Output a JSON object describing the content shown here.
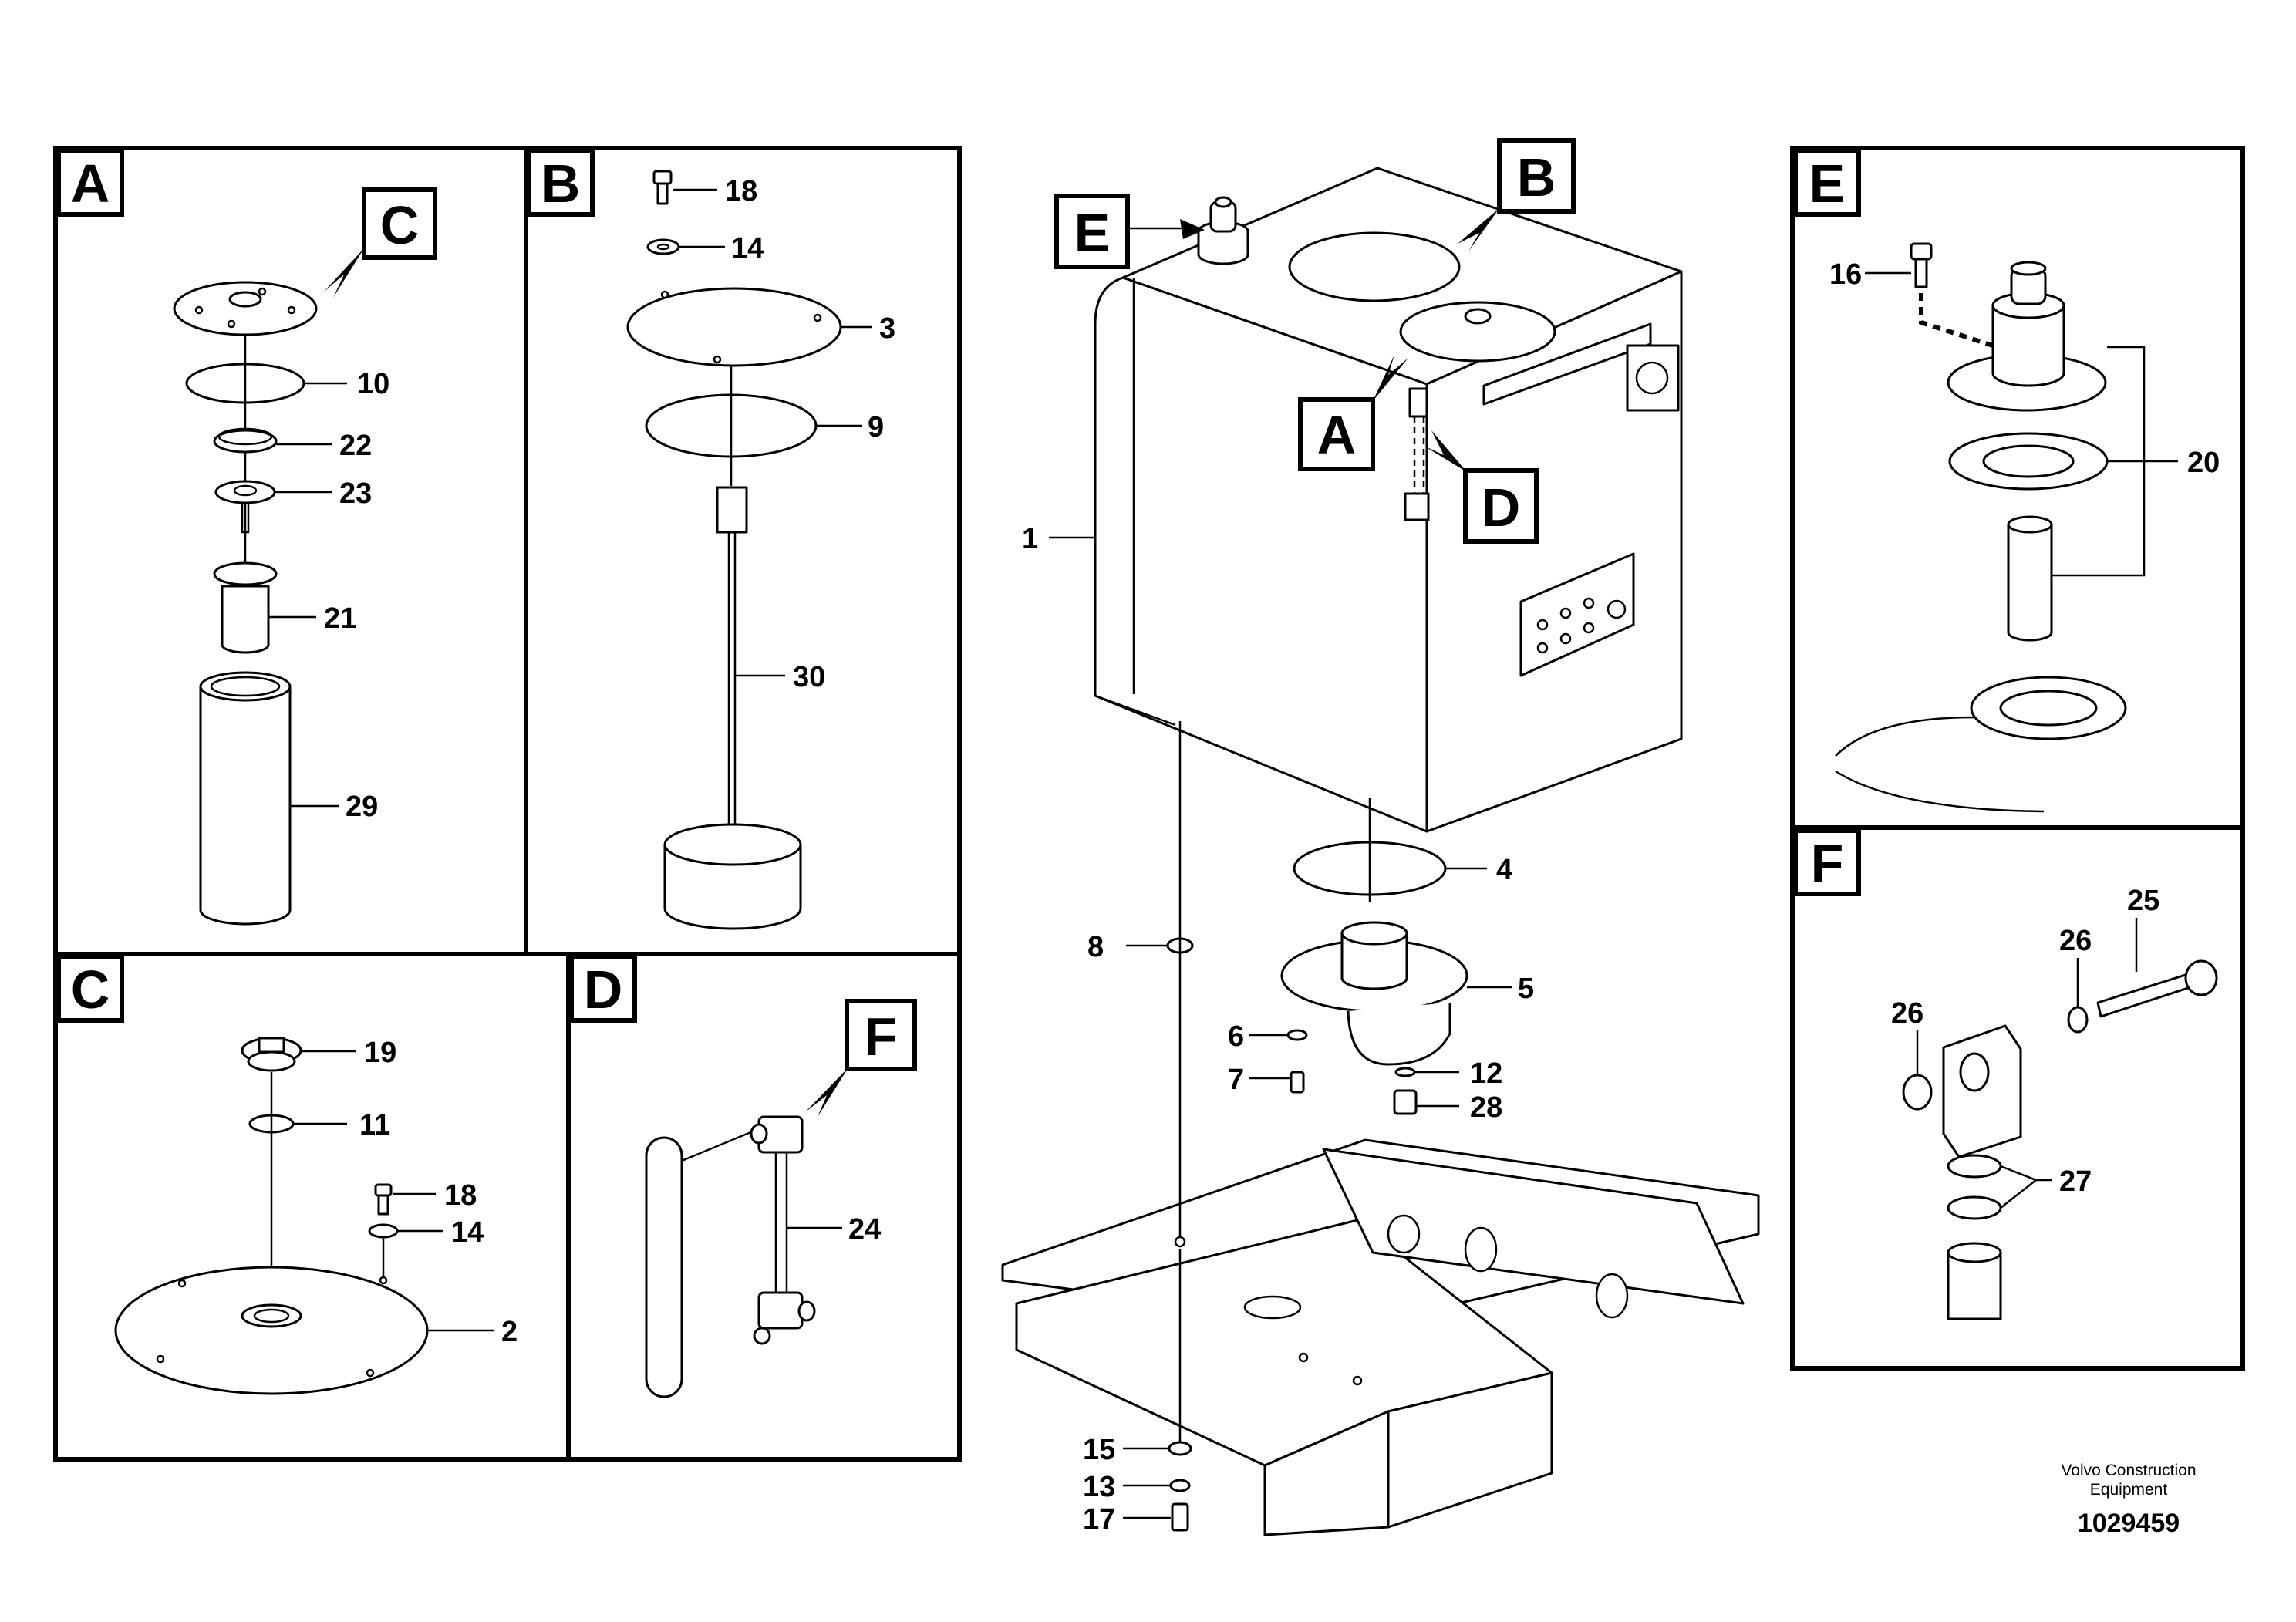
{
  "panels": {
    "A": {
      "label": "A"
    },
    "B": {
      "label": "B"
    },
    "C": {
      "label": "C"
    },
    "D": {
      "label": "D"
    },
    "E": {
      "label": "E"
    },
    "F": {
      "label": "F"
    }
  },
  "callouts": {
    "C_in_A": "C",
    "F_in_D": "F",
    "E_main": "E",
    "B_main": "B",
    "A_main": "A",
    "D_main": "D"
  },
  "part_numbers": {
    "p1": "1",
    "p2": "2",
    "p3": "3",
    "p4": "4",
    "p5": "5",
    "p6": "6",
    "p7": "7",
    "p8": "8",
    "p9": "9",
    "p10": "10",
    "p11": "11",
    "p12": "12",
    "p13": "13",
    "p14_b": "14",
    "p14_c": "14",
    "p15": "15",
    "p16": "16",
    "p17": "17",
    "p18_b": "18",
    "p18_c": "18",
    "p19": "19",
    "p20": "20",
    "p21": "21",
    "p22": "22",
    "p23": "23",
    "p24": "24",
    "p25": "25",
    "p26_a": "26",
    "p26_b": "26",
    "p27": "27",
    "p28": "28",
    "p29": "29",
    "p30": "30"
  },
  "credit": {
    "line1": "Volvo Construction",
    "line2": "Equipment",
    "drawing_number": "1029459"
  }
}
